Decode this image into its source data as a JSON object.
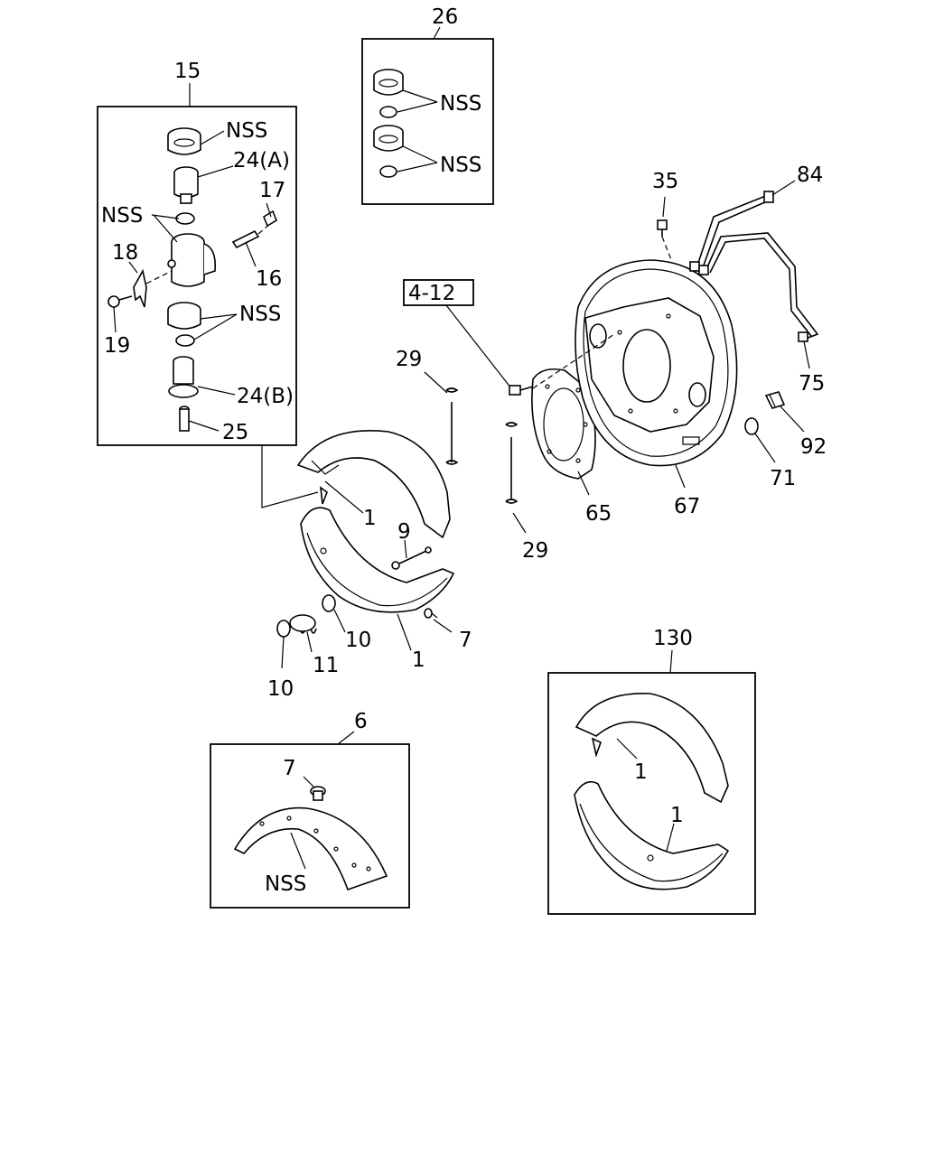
{
  "labels": {
    "l15": "15",
    "l26": "26",
    "l35": "35",
    "l84": "84",
    "l4_12": "4-12",
    "l29a": "29",
    "l29b": "29",
    "l75": "75",
    "l92": "92",
    "l71": "71",
    "l67": "67",
    "l65": "65",
    "l1a": "1",
    "l1b": "1",
    "l9": "9",
    "l7a": "7",
    "l10a": "10",
    "l10b": "10",
    "l11": "11",
    "l130": "130",
    "l1c": "1",
    "l1d": "1",
    "l6": "6",
    "l7b": "7",
    "nss_box6": "NSS",
    "nss1": "NSS",
    "l24a": "24(A)",
    "nss2": "NSS",
    "l17": "17",
    "l18": "18",
    "l16": "16",
    "l19": "19",
    "nss3": "NSS",
    "l24b": "24(B)",
    "l25": "25",
    "nss26a": "NSS",
    "nss26b": "NSS"
  }
}
